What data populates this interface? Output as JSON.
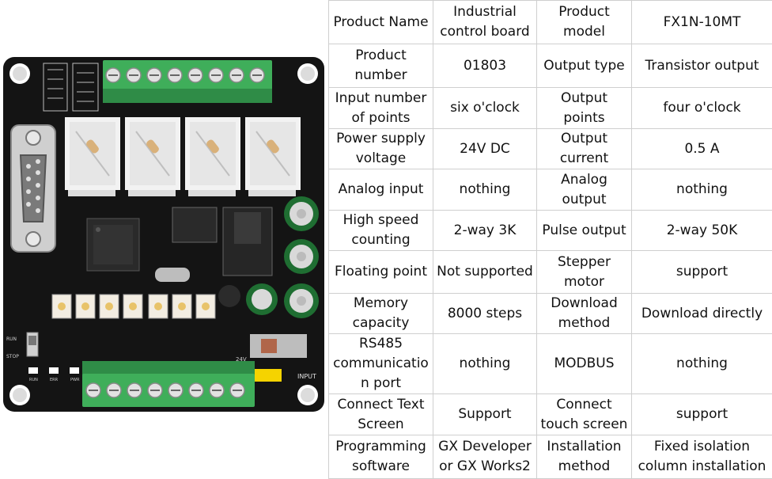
{
  "table": {
    "rows": [
      [
        "Product Name",
        "Industrial control board",
        "Product model",
        "FX1N-10MT"
      ],
      [
        "Product number",
        "01803",
        "Output type",
        "Transistor output"
      ],
      [
        "Input number of points",
        "six o'clock",
        "Output points",
        "four o'clock"
      ],
      [
        "Power supply voltage",
        "24V DC",
        "Output current",
        "0.5 A"
      ],
      [
        "Analog input",
        "nothing",
        "Analog output",
        "nothing"
      ],
      [
        "High speed counting",
        "2-way 3K",
        "Pulse output",
        "2-way 50K"
      ],
      [
        "Floating point",
        "Not supported",
        "Stepper motor",
        "support"
      ],
      [
        "Memory capacity",
        "8000 steps",
        "Download method",
        "Download directly"
      ],
      [
        "RS485 communication port",
        "nothing",
        "MODBUS",
        "nothing"
      ],
      [
        "Connect Text Screen",
        "Support",
        "Connect touch screen",
        "support"
      ],
      [
        "Programming software",
        "GX Developer or GX Works2",
        "Installation method",
        "Fixed isolation column installation"
      ]
    ]
  },
  "board": {
    "colors": {
      "pcb": "#141414",
      "terminal": "#3fae5a",
      "relay_cover": "#f2f2f2",
      "resistor": "#d9b17a"
    },
    "icons": [
      "db9-serial-port",
      "terminal-block",
      "electrolytic-capacitor",
      "microcontroller-chip",
      "optocoupler",
      "mounting-hole"
    ],
    "labels": {
      "run": "RUN",
      "stop": "STOP",
      "input": "INPUT",
      "run_led": "RUN",
      "err_led": "ERR",
      "pwr_led": "PWR",
      "supply": "24V"
    }
  }
}
